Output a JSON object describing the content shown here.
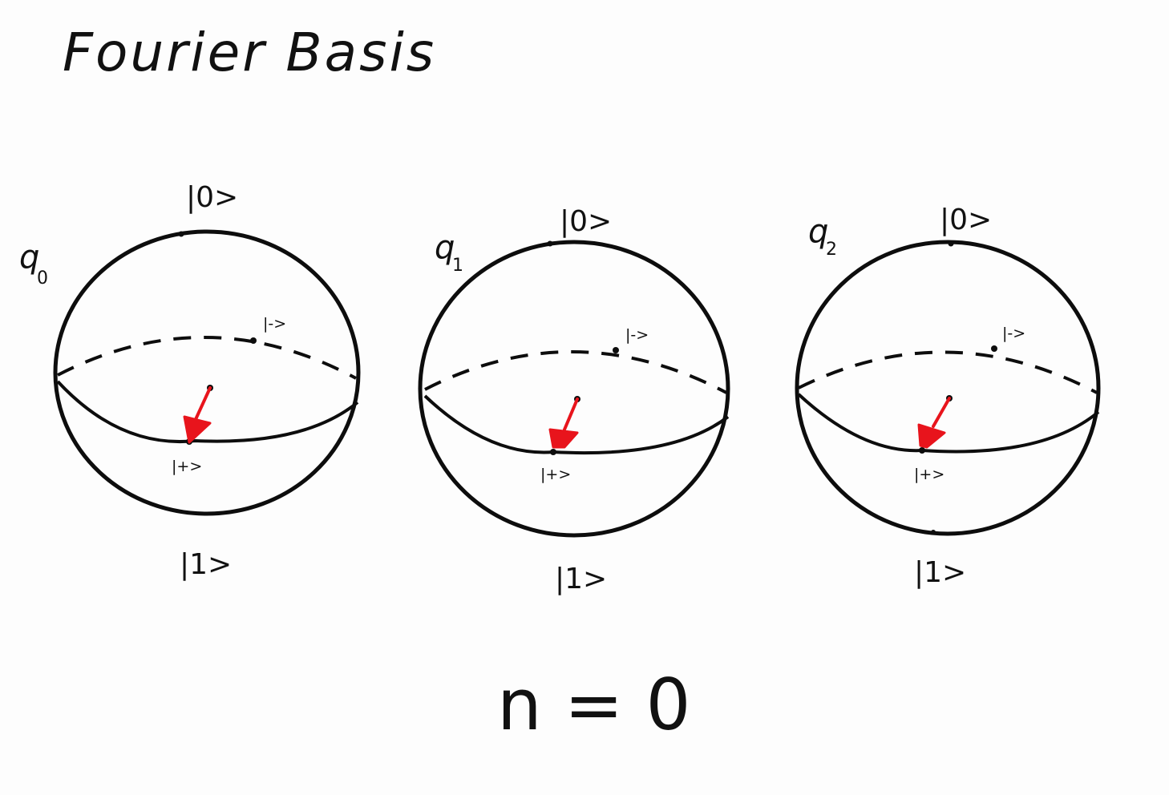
{
  "title": "Fourier Basis",
  "equation": "n = 0",
  "colors": {
    "ink": "#0d0d0d",
    "state_vector": "#e8141c",
    "background": "#fdfdfd"
  },
  "qubits": [
    {
      "label_main": "q",
      "label_sub": "0",
      "ket_top": "|0>",
      "ket_bottom": "|1>",
      "ket_plus": "|+>",
      "ket_minus": "|->",
      "state": "|+>"
    },
    {
      "label_main": "q",
      "label_sub": "1",
      "ket_top": "|0>",
      "ket_bottom": "|1>",
      "ket_plus": "|+>",
      "ket_minus": "|->",
      "state": "|+>"
    },
    {
      "label_main": "q",
      "label_sub": "2",
      "ket_top": "|0>",
      "ket_bottom": "|1>",
      "ket_plus": "|+>",
      "ket_minus": "|->",
      "state": "|+>"
    }
  ]
}
